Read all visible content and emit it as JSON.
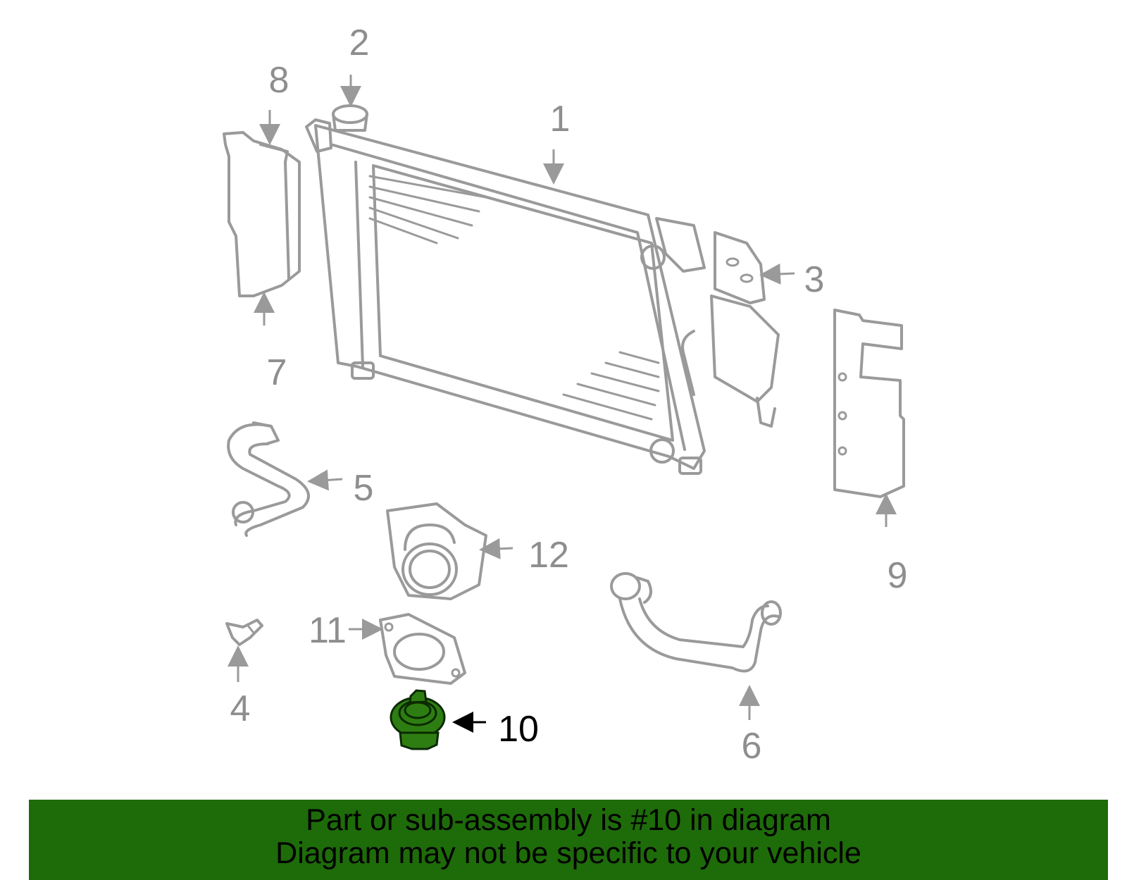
{
  "diagram": {
    "callouts": [
      "1",
      "2",
      "3",
      "4",
      "5",
      "6",
      "7",
      "8",
      "9",
      "10",
      "11",
      "12"
    ],
    "highlighted_part": "10",
    "colors": {
      "outline": "#9a9a9a",
      "highlight_fill": "#2e7d12",
      "banner_background": "#1e6b0a",
      "banner_text": "#000000"
    }
  },
  "banner": {
    "line1": "Part or sub-assembly is #10 in diagram",
    "line2": "Diagram may not be specific to your vehicle"
  }
}
